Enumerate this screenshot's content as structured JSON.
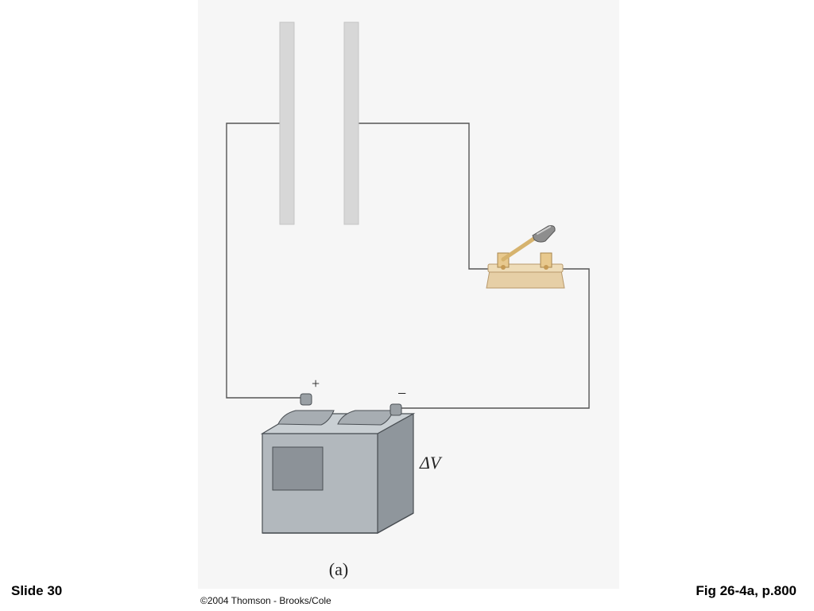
{
  "diagram": {
    "plus_label": "+",
    "minus_label": "−",
    "voltage_label": "ΔV"
  },
  "caption": "(a)",
  "footer": {
    "slide": "Slide 30",
    "copyright": "©2004 Thomson - Brooks/Cole",
    "figure_ref": "Fig 26-4a, p.800"
  }
}
